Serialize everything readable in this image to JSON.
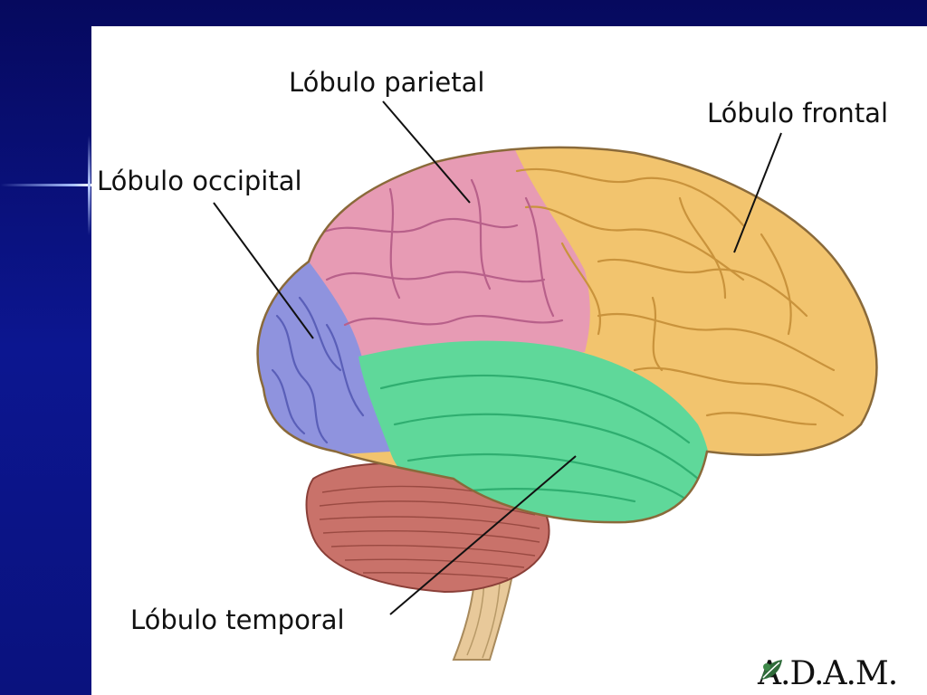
{
  "labels": {
    "parietal": "Lóbulo parietal",
    "frontal": "Lóbulo frontal",
    "occipital": "Lóbulo occipital",
    "temporal": "Lóbulo temporal"
  },
  "logo": {
    "text": "A.D.A.M."
  },
  "icons": [
    "leaf-logo-icon"
  ],
  "colors": {
    "background": "#0a0f6e",
    "frontal": "#f2c46e",
    "parietal": "#e79bb4",
    "occipital": "#8f93de",
    "temporal": "#5fd89a",
    "cerebellum": "#c9726a",
    "brainstem": "#e8c99a"
  }
}
